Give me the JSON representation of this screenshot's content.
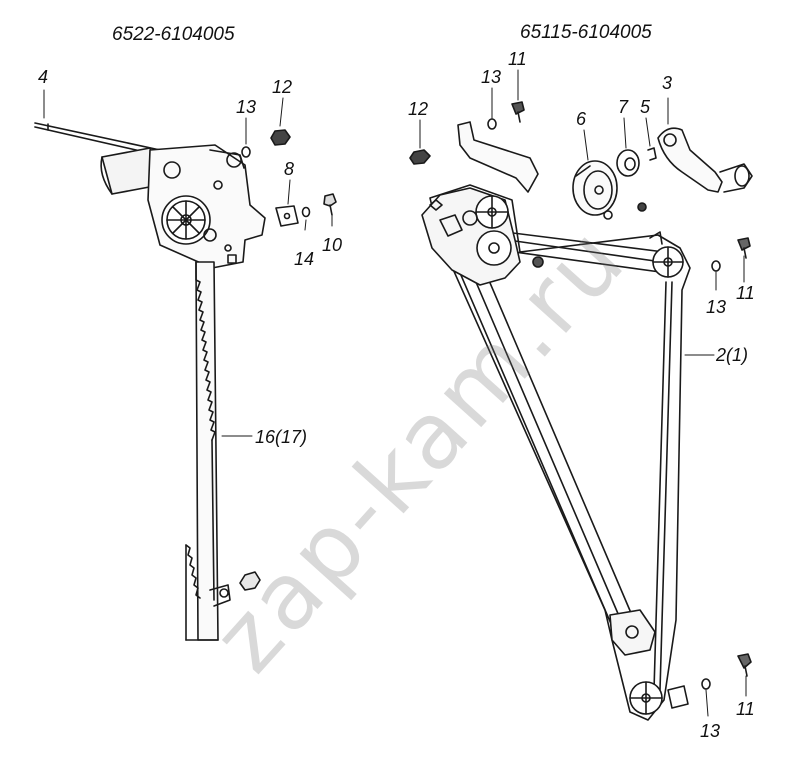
{
  "titles": {
    "left_assembly": "6522-6104005",
    "right_assembly": "65115-6104005"
  },
  "callouts": {
    "c4": "4",
    "c12a": "12",
    "c13a": "13",
    "c8": "8",
    "c10": "10",
    "c14": "14",
    "c16": "16(17)",
    "c12b": "12",
    "c13b": "13",
    "c11a": "11",
    "c6": "6",
    "c7": "7",
    "c5": "5",
    "c3": "3",
    "c13c": "13",
    "c11b": "11",
    "c2": "2(1)",
    "c13d": "13",
    "c11c": "11"
  },
  "watermark": "zap-kam.ru",
  "colors": {
    "line": "#1a1a1a",
    "watermark": "#8a8a8a"
  }
}
